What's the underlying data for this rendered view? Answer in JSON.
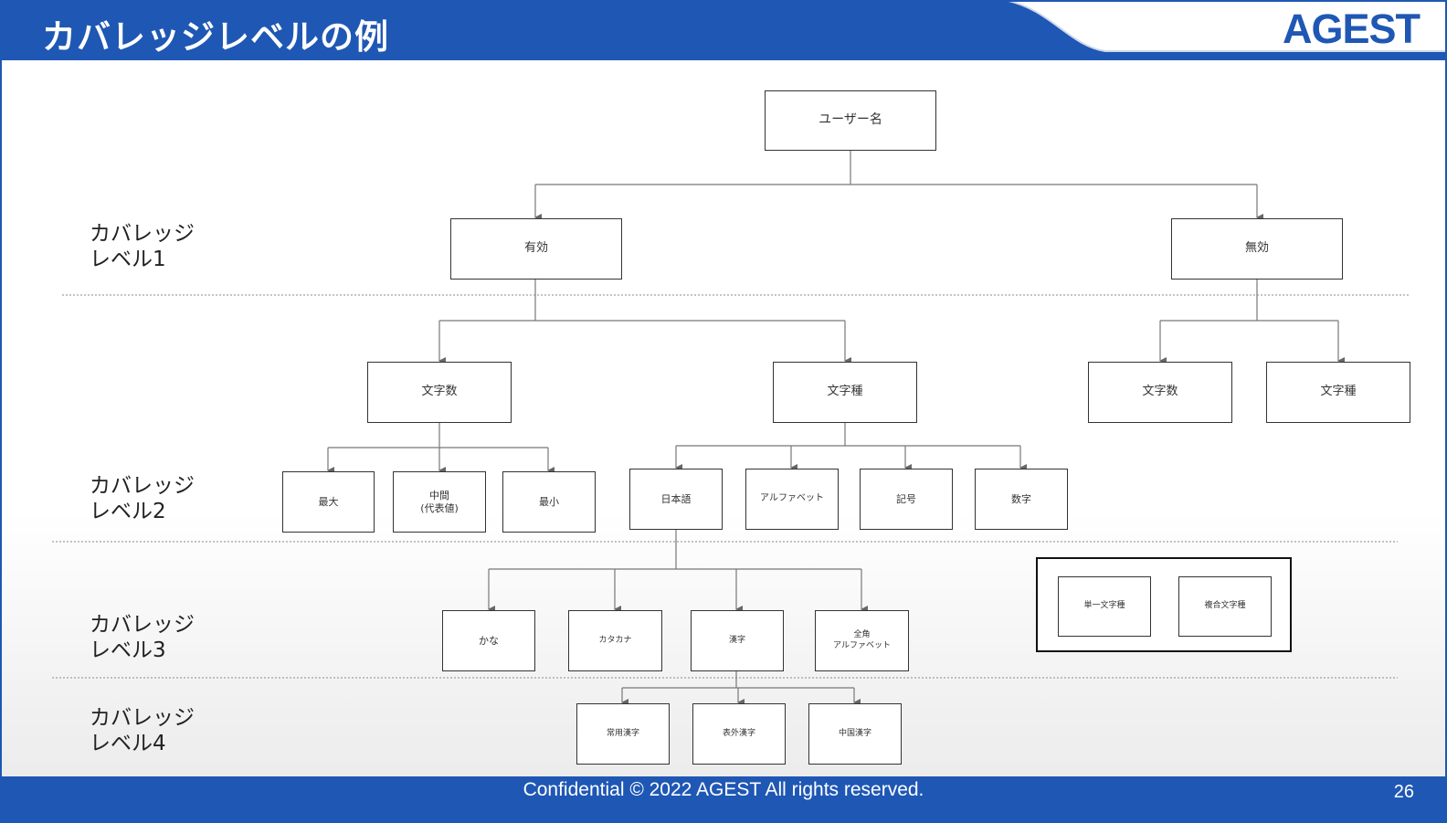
{
  "slide": {
    "title": "カバレッジレベルの例",
    "logo": "AGEST",
    "footer": "Confidential © 2022 AGEST All rights reserved.",
    "page_number": "26",
    "colors": {
      "brand_blue": "#1f57b4"
    }
  },
  "levels": [
    {
      "line1": "カバレッジ",
      "line2": "レベル1"
    },
    {
      "line1": "カバレッジ",
      "line2": "レベル2"
    },
    {
      "line1": "カバレッジ",
      "line2": "レベル3"
    },
    {
      "line1": "カバレッジ",
      "line2": "レベル4"
    }
  ],
  "tree": {
    "root": "ユーザー名",
    "valid": "有効",
    "invalid": "無効",
    "valid_length": "文字数",
    "valid_chartype": "文字種",
    "invalid_length": "文字数",
    "invalid_chartype": "文字種",
    "max": "最大",
    "mid_line1": "中間",
    "mid_line2": "(代表値)",
    "min": "最小",
    "japanese": "日本語",
    "alphabet": "アルファベット",
    "symbol": "記号",
    "number": "数字",
    "kana": "かな",
    "katakana": "カタカナ",
    "kanji": "漢字",
    "fullwidth_line1": "全角",
    "fullwidth_line2": "アルファベット",
    "joyo": "常用漢字",
    "hyogai": "表外漢字",
    "chinese": "中国漢字"
  },
  "legend": {
    "single": "単一文字種",
    "compound": "複合文字種"
  }
}
